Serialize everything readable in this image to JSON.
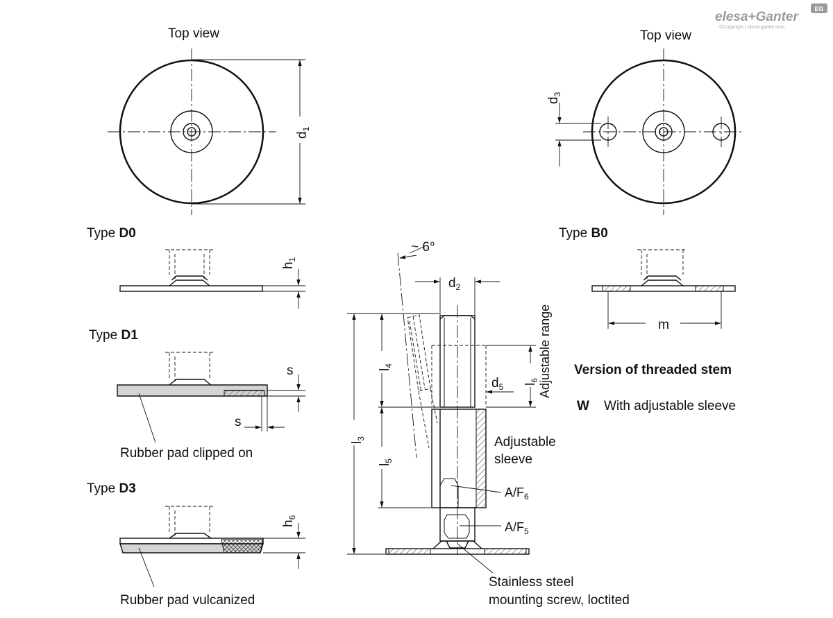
{
  "brand": {
    "name": "elesa+Ganter",
    "badge": "EG",
    "copyright": "©Copyright | elesa-ganter.com"
  },
  "top_view_left": {
    "title": "Top view",
    "dim": "d",
    "dim_sub": "1"
  },
  "top_view_right": {
    "title": "Top view",
    "dim": "d",
    "dim_sub": "3"
  },
  "type_d0": {
    "prefix": "Type ",
    "code": "D0",
    "dim": "h",
    "dim_sub": "1"
  },
  "type_d1": {
    "prefix": "Type ",
    "code": "D1",
    "dim_s_upper": "s",
    "dim_s_lower": "s",
    "caption": "Rubber pad clipped on"
  },
  "type_d3": {
    "prefix": "Type ",
    "code": "D3",
    "dim": "h",
    "dim_sub": "6",
    "caption": "Rubber pad vulcanized"
  },
  "type_b0": {
    "prefix": "Type ",
    "code": "B0",
    "dim": "m"
  },
  "stem": {
    "angle": "~ 6°",
    "d2": "d",
    "d2_sub": "2",
    "d5": "d",
    "d5_sub": "5",
    "l3": "l",
    "l3_sub": "3",
    "l4": "l",
    "l4_sub": "4",
    "l5": "l",
    "l5_sub": "5",
    "l6": "l",
    "l6_sub": "6",
    "adjustable_range": "Adjustable range",
    "sleeve_line1": "Adjustable",
    "sleeve_line2": "sleeve",
    "af6": "A/F",
    "af6_sub": "6",
    "af5": "A/F",
    "af5_sub": "5",
    "screw_line1": "Stainless steel",
    "screw_line2": "mounting screw, loctited"
  },
  "version": {
    "title": "Version of threaded stem",
    "code": "W",
    "desc": "With adjustable sleeve"
  }
}
